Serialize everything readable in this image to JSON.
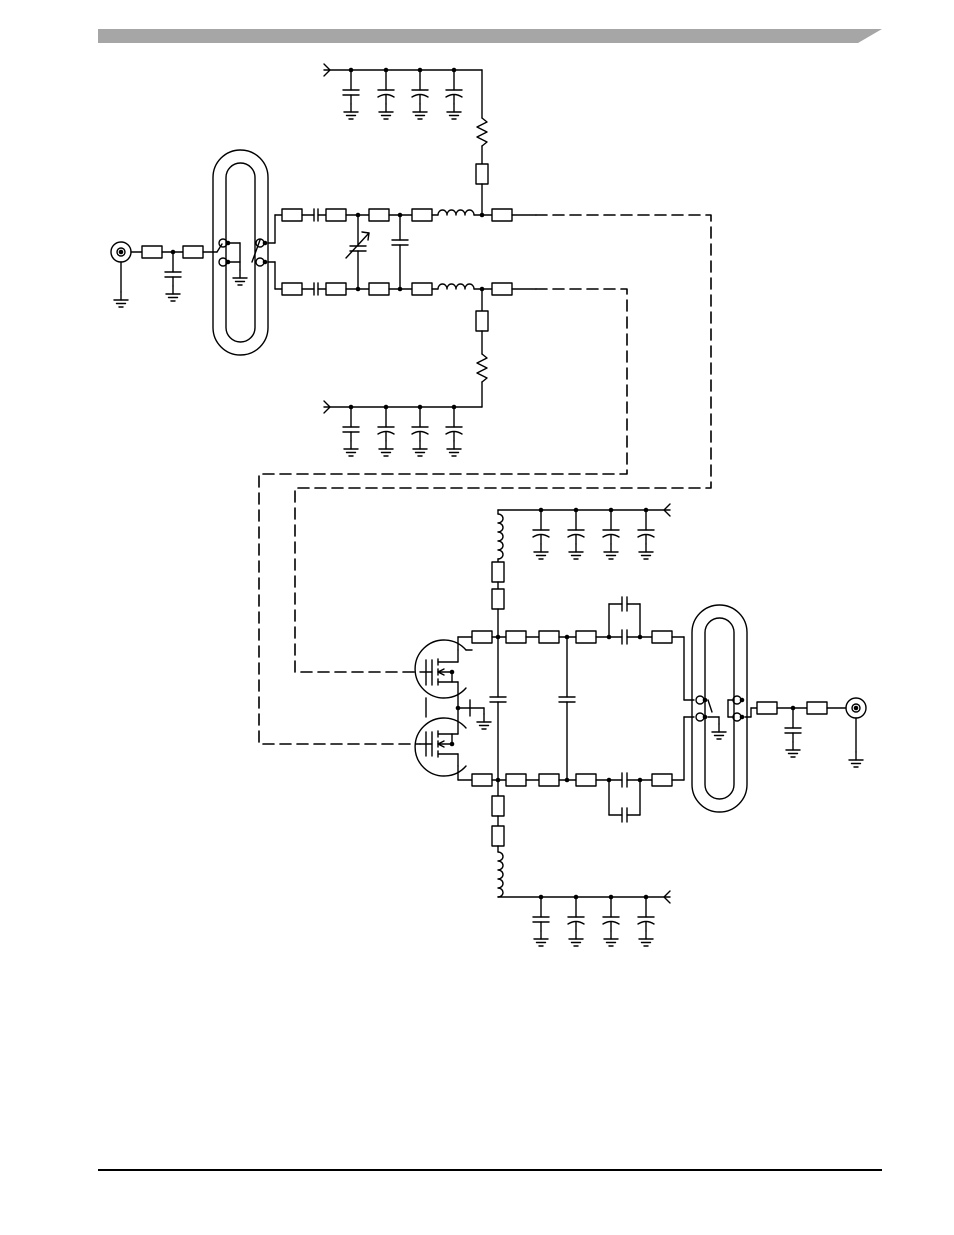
{
  "page": {
    "header_banner_color": "#a6a6a6",
    "rule_color": "#000000"
  },
  "schematic": {
    "description_visible_text": "",
    "input_section": {
      "connector": "coax-input-connector",
      "balun": "input-balun-coaxial-transformer",
      "variable_capacitor": "tuning-capacitor"
    },
    "output_section": {
      "connector": "coax-output-connector",
      "balun": "output-balun-coaxial-transformer"
    },
    "transistors": [
      "upper-mosfet",
      "lower-mosfet"
    ],
    "bias_networks": [
      "gate-bias-upper",
      "gate-bias-lower",
      "drain-feed-upper",
      "drain-feed-lower"
    ],
    "interconnect_style": "dashed"
  }
}
